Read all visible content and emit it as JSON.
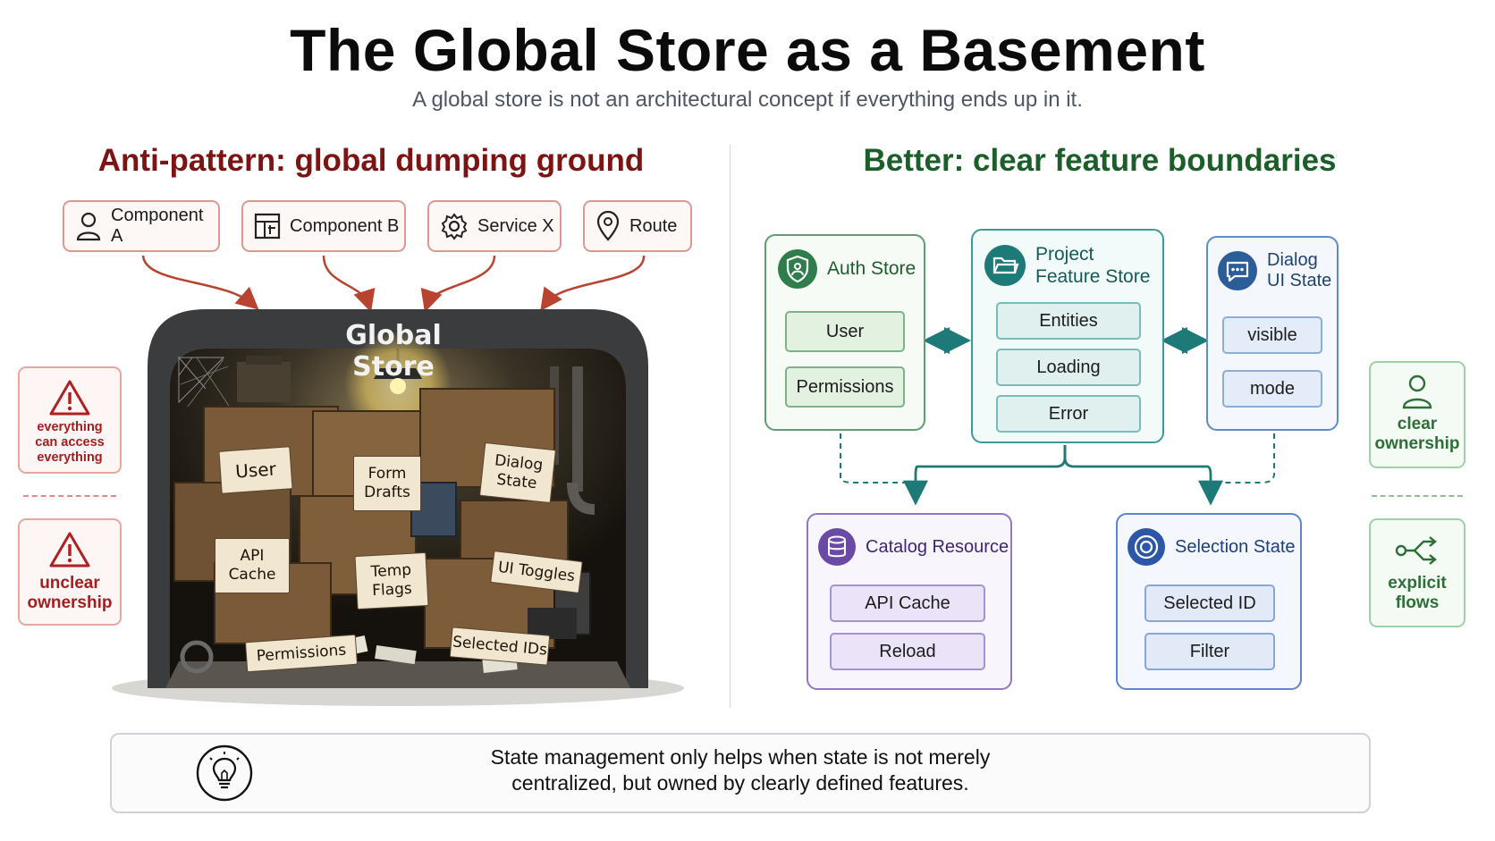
{
  "title": "The Global Store as a Basement",
  "subtitle": "A global store is not an architectural concept if everything ends up in it.",
  "left": {
    "heading": "Anti-pattern: global dumping ground",
    "sources": [
      {
        "label": "Component A",
        "icon": "user-icon"
      },
      {
        "label": "Component B",
        "icon": "layout-icon"
      },
      {
        "label": "Service X",
        "icon": "gear-icon"
      },
      {
        "label": "Route",
        "icon": "map-pin-icon"
      }
    ],
    "store_title": "Global Store",
    "boxes": [
      "User",
      "Form\nDrafts",
      "Dialog\nState",
      "API\nCache",
      "Temp\nFlags",
      "UI Toggles",
      "Permissions",
      "Selected IDs"
    ],
    "warnings": [
      {
        "text": "everything\ncan access\neverything",
        "icon": "warning-icon"
      },
      {
        "text": "unclear\nownership",
        "icon": "warning-icon"
      }
    ]
  },
  "right": {
    "heading": "Better: clear feature boundaries",
    "auth": {
      "title": "Auth Store",
      "items": [
        "User",
        "Permissions"
      ],
      "icon": "shield-icon"
    },
    "project": {
      "title": "Project\nFeature Store",
      "items": [
        "Entities",
        "Loading",
        "Error"
      ],
      "icon": "folder-icon"
    },
    "dialog": {
      "title": "Dialog\nUI State",
      "items": [
        "visible",
        "mode"
      ],
      "icon": "chat-icon"
    },
    "catalog": {
      "title": "Catalog Resource",
      "items": [
        "API Cache",
        "Reload"
      ],
      "icon": "database-icon"
    },
    "selection": {
      "title": "Selection State",
      "items": [
        "Selected ID",
        "Filter"
      ],
      "icon": "target-icon"
    },
    "benefits": [
      {
        "text": "clear\nownership",
        "icon": "person-icon"
      },
      {
        "text": "explicit\nflows",
        "icon": "flow-arrows-icon"
      }
    ]
  },
  "footer": {
    "text": "State management only helps when state is not merely\ncentralized, but owned by clearly defined features.",
    "icon": "lightbulb-icon"
  },
  "colors": {
    "anti": "#7d1414",
    "better": "#1b5e2a",
    "auth": "#2e7d4a",
    "project": "#1e7a78",
    "dialog": "#2b5d99",
    "catalog": "#6a4aa5",
    "selection": "#2b57a6"
  }
}
